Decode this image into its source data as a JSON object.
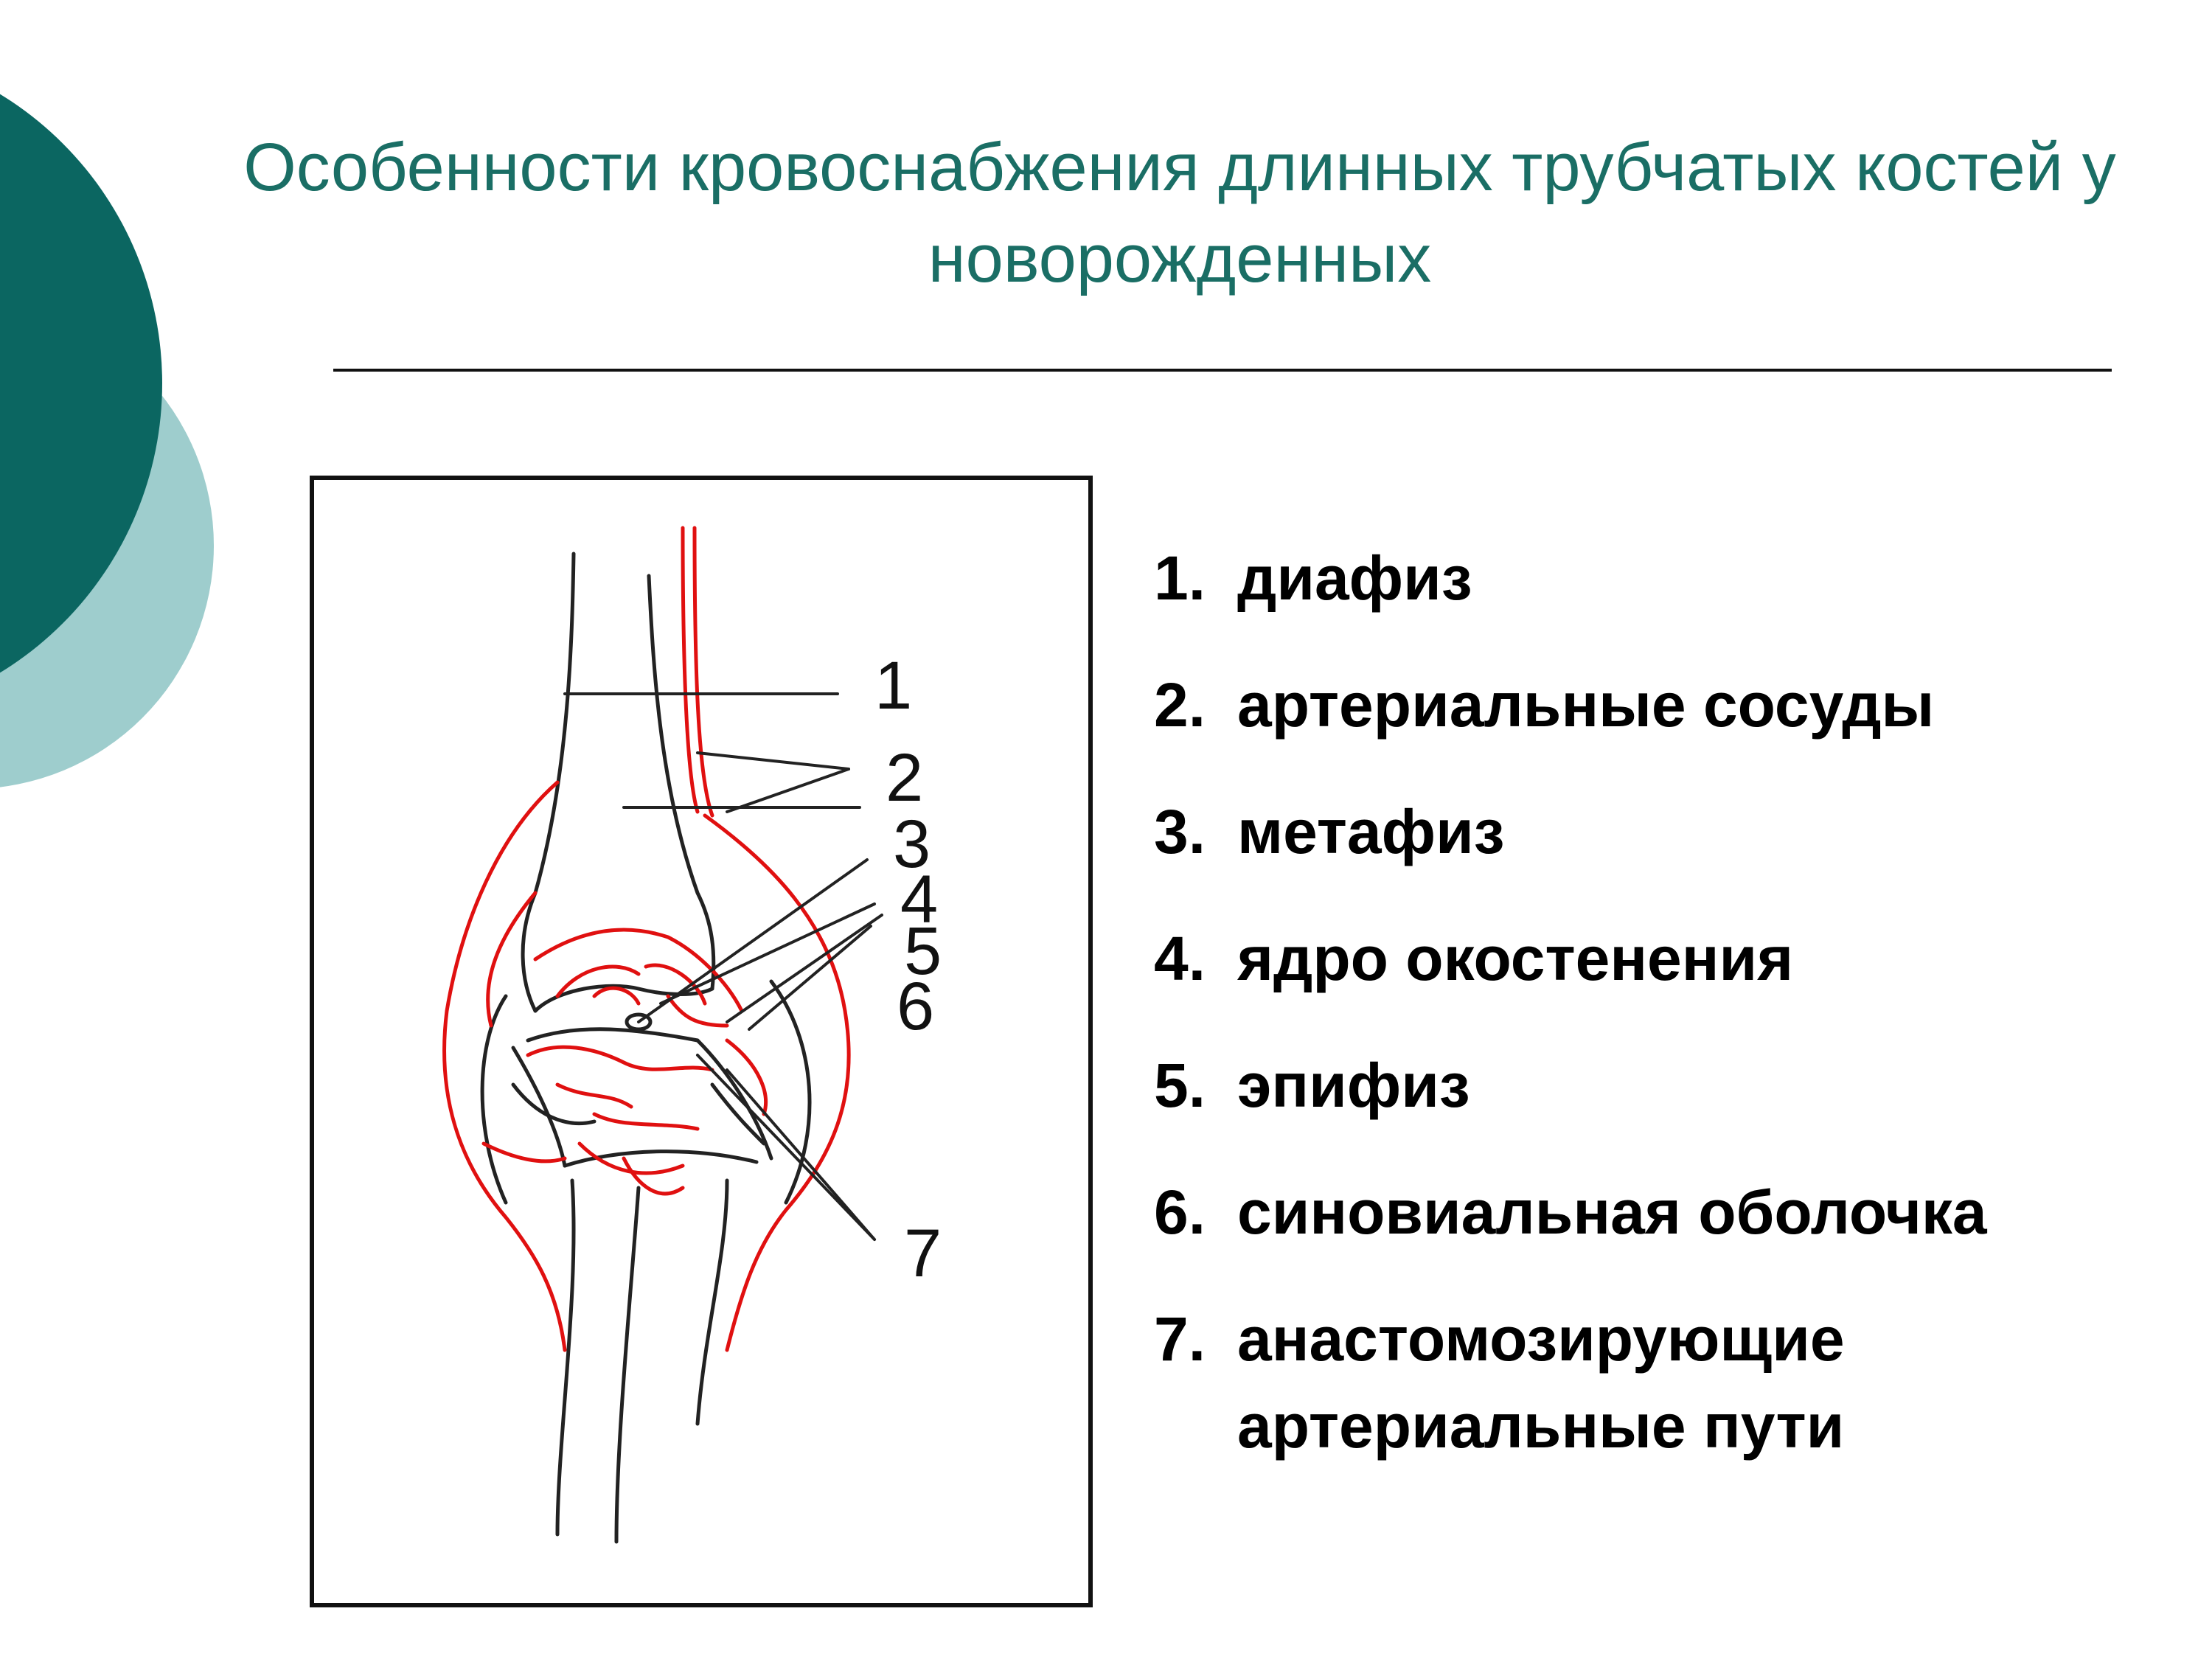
{
  "title": "Особенности кровоснабжения длинных трубчатых костей у новорожденных",
  "colors": {
    "title": "#1a6e65",
    "circle_dark": "#0b6661",
    "circle_light": "#9ecdcd",
    "artery": "#e01010",
    "bone_line": "#222222"
  },
  "figure_callouts": [
    "1",
    "2",
    "3",
    "4",
    "5",
    "6",
    "7"
  ],
  "legend": [
    {
      "num": "1.",
      "text": "диафиз"
    },
    {
      "num": "2.",
      "text": "артериальные сосуды"
    },
    {
      "num": "3.",
      "text": "метафиз"
    },
    {
      "num": "4.",
      "text": "ядро окостенения"
    },
    {
      "num": "5.",
      "text": "эпифиз"
    },
    {
      "num": "6.",
      "text": "синовиальная оболочка"
    },
    {
      "num": "7.",
      "text": "анастомозирующие артериальные пути"
    }
  ]
}
